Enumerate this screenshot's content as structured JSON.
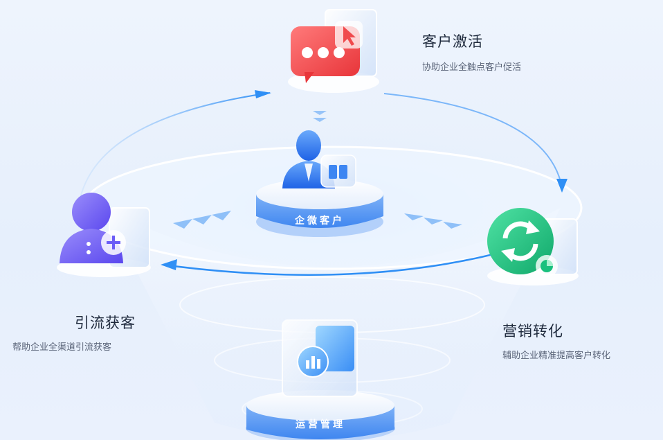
{
  "center": {
    "label": "企微客户"
  },
  "bottom": {
    "label": "运营管理"
  },
  "nodes": {
    "activate": {
      "title": "客户激活",
      "desc": "协助企业全触点客户促活"
    },
    "acquire": {
      "title": "引流获客",
      "desc": "帮助企业全渠道引流获客"
    },
    "convert": {
      "title": "营销转化",
      "desc": "辅助企业精准提高客户转化"
    }
  },
  "colors": {
    "red": "#f04a4d",
    "green": "#19c07d",
    "purple": "#6b5cf6",
    "blue": "#2d7af3",
    "cyan": "#2fb4f5",
    "ring": "#3d9ef5"
  },
  "icons": {
    "activate": "chat-bubble-icon",
    "acquire": "user-add-icon",
    "convert": "refresh-icon",
    "center": "user-book-icon",
    "bottom": "chart-cube-icon"
  }
}
